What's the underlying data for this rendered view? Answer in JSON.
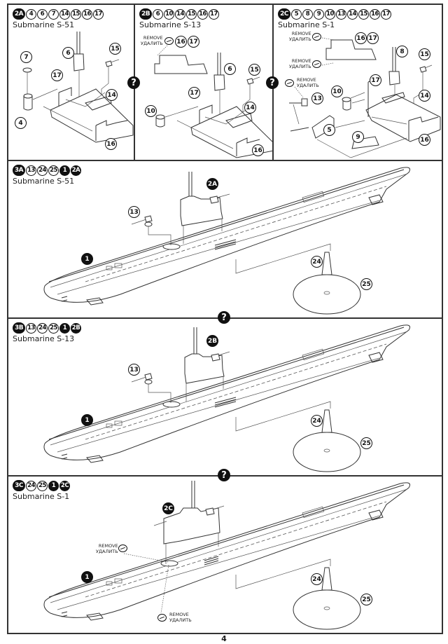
{
  "page_number": "4",
  "remove_label": {
    "en": "REMOVE",
    "ru": "УДАЛИТЬ"
  },
  "help_icon": "?",
  "panels": {
    "step2a": {
      "step": "2A",
      "parts": [
        "4",
        "6",
        "7",
        "14",
        "15",
        "16",
        "17"
      ],
      "title": "Submarine S-51",
      "callouts": [
        "7",
        "6",
        "15",
        "17",
        "14",
        "4",
        "16"
      ]
    },
    "step2b": {
      "step": "2B",
      "parts": [
        "6",
        "10",
        "14",
        "15",
        "16",
        "17"
      ],
      "title": "Submarine S-13",
      "remove_parts": [
        "16",
        "17"
      ],
      "callouts": [
        "6",
        "15",
        "17",
        "10",
        "14",
        "16"
      ]
    },
    "step2c": {
      "step": "2C",
      "parts": [
        "5",
        "8",
        "9",
        "10",
        "13",
        "14",
        "15",
        "16",
        "17"
      ],
      "title": "Submarine S-1",
      "remove_parts": [
        "16",
        "17"
      ],
      "callouts": [
        "8",
        "15",
        "17",
        "10",
        "13",
        "14",
        "5",
        "9",
        "16"
      ]
    },
    "step3a": {
      "step": "3A",
      "parts": [
        "13",
        "24",
        "25",
        "1",
        "2A"
      ],
      "filled_parts": [
        "1",
        "2A"
      ],
      "title": "Submarine S-51",
      "callouts": {
        "tower": "2A",
        "gun": "13",
        "hull": "1",
        "stand": "24",
        "base": "25"
      }
    },
    "step3b": {
      "step": "3B",
      "parts": [
        "13",
        "24",
        "25",
        "1",
        "2B"
      ],
      "filled_parts": [
        "1",
        "2B"
      ],
      "title": "Submarine S-13",
      "callouts": {
        "tower": "2B",
        "gun": "13",
        "hull": "1",
        "stand": "24",
        "base": "25"
      }
    },
    "step3c": {
      "step": "3C",
      "parts": [
        "24",
        "25",
        "1",
        "2C"
      ],
      "filled_parts": [
        "1",
        "2C"
      ],
      "title": "Submarine S-1",
      "callouts": {
        "tower": "2C",
        "hull": "1",
        "stand": "24",
        "base": "25"
      }
    }
  }
}
